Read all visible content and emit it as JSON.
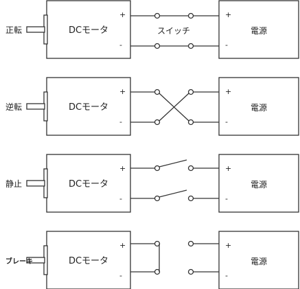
{
  "rows": [
    {
      "mode_label": "正転",
      "motor_label": "DCモータ",
      "power_label": "電源",
      "switch_label": "スイッチ",
      "plus": "+",
      "minus": "-",
      "config": "forward"
    },
    {
      "mode_label": "逆転",
      "motor_label": "DCモータ",
      "power_label": "電源",
      "switch_label": "",
      "plus": "+",
      "minus": "-",
      "config": "reverse"
    },
    {
      "mode_label": "静止",
      "motor_label": "DCモータ",
      "power_label": "電源",
      "switch_label": "",
      "plus": "+",
      "minus": "-",
      "config": "stop"
    },
    {
      "mode_label": "ブレーキ",
      "motor_label": "DCモータ",
      "power_label": "電源",
      "switch_label": "",
      "plus": "+",
      "minus": "-",
      "config": "brake"
    }
  ]
}
